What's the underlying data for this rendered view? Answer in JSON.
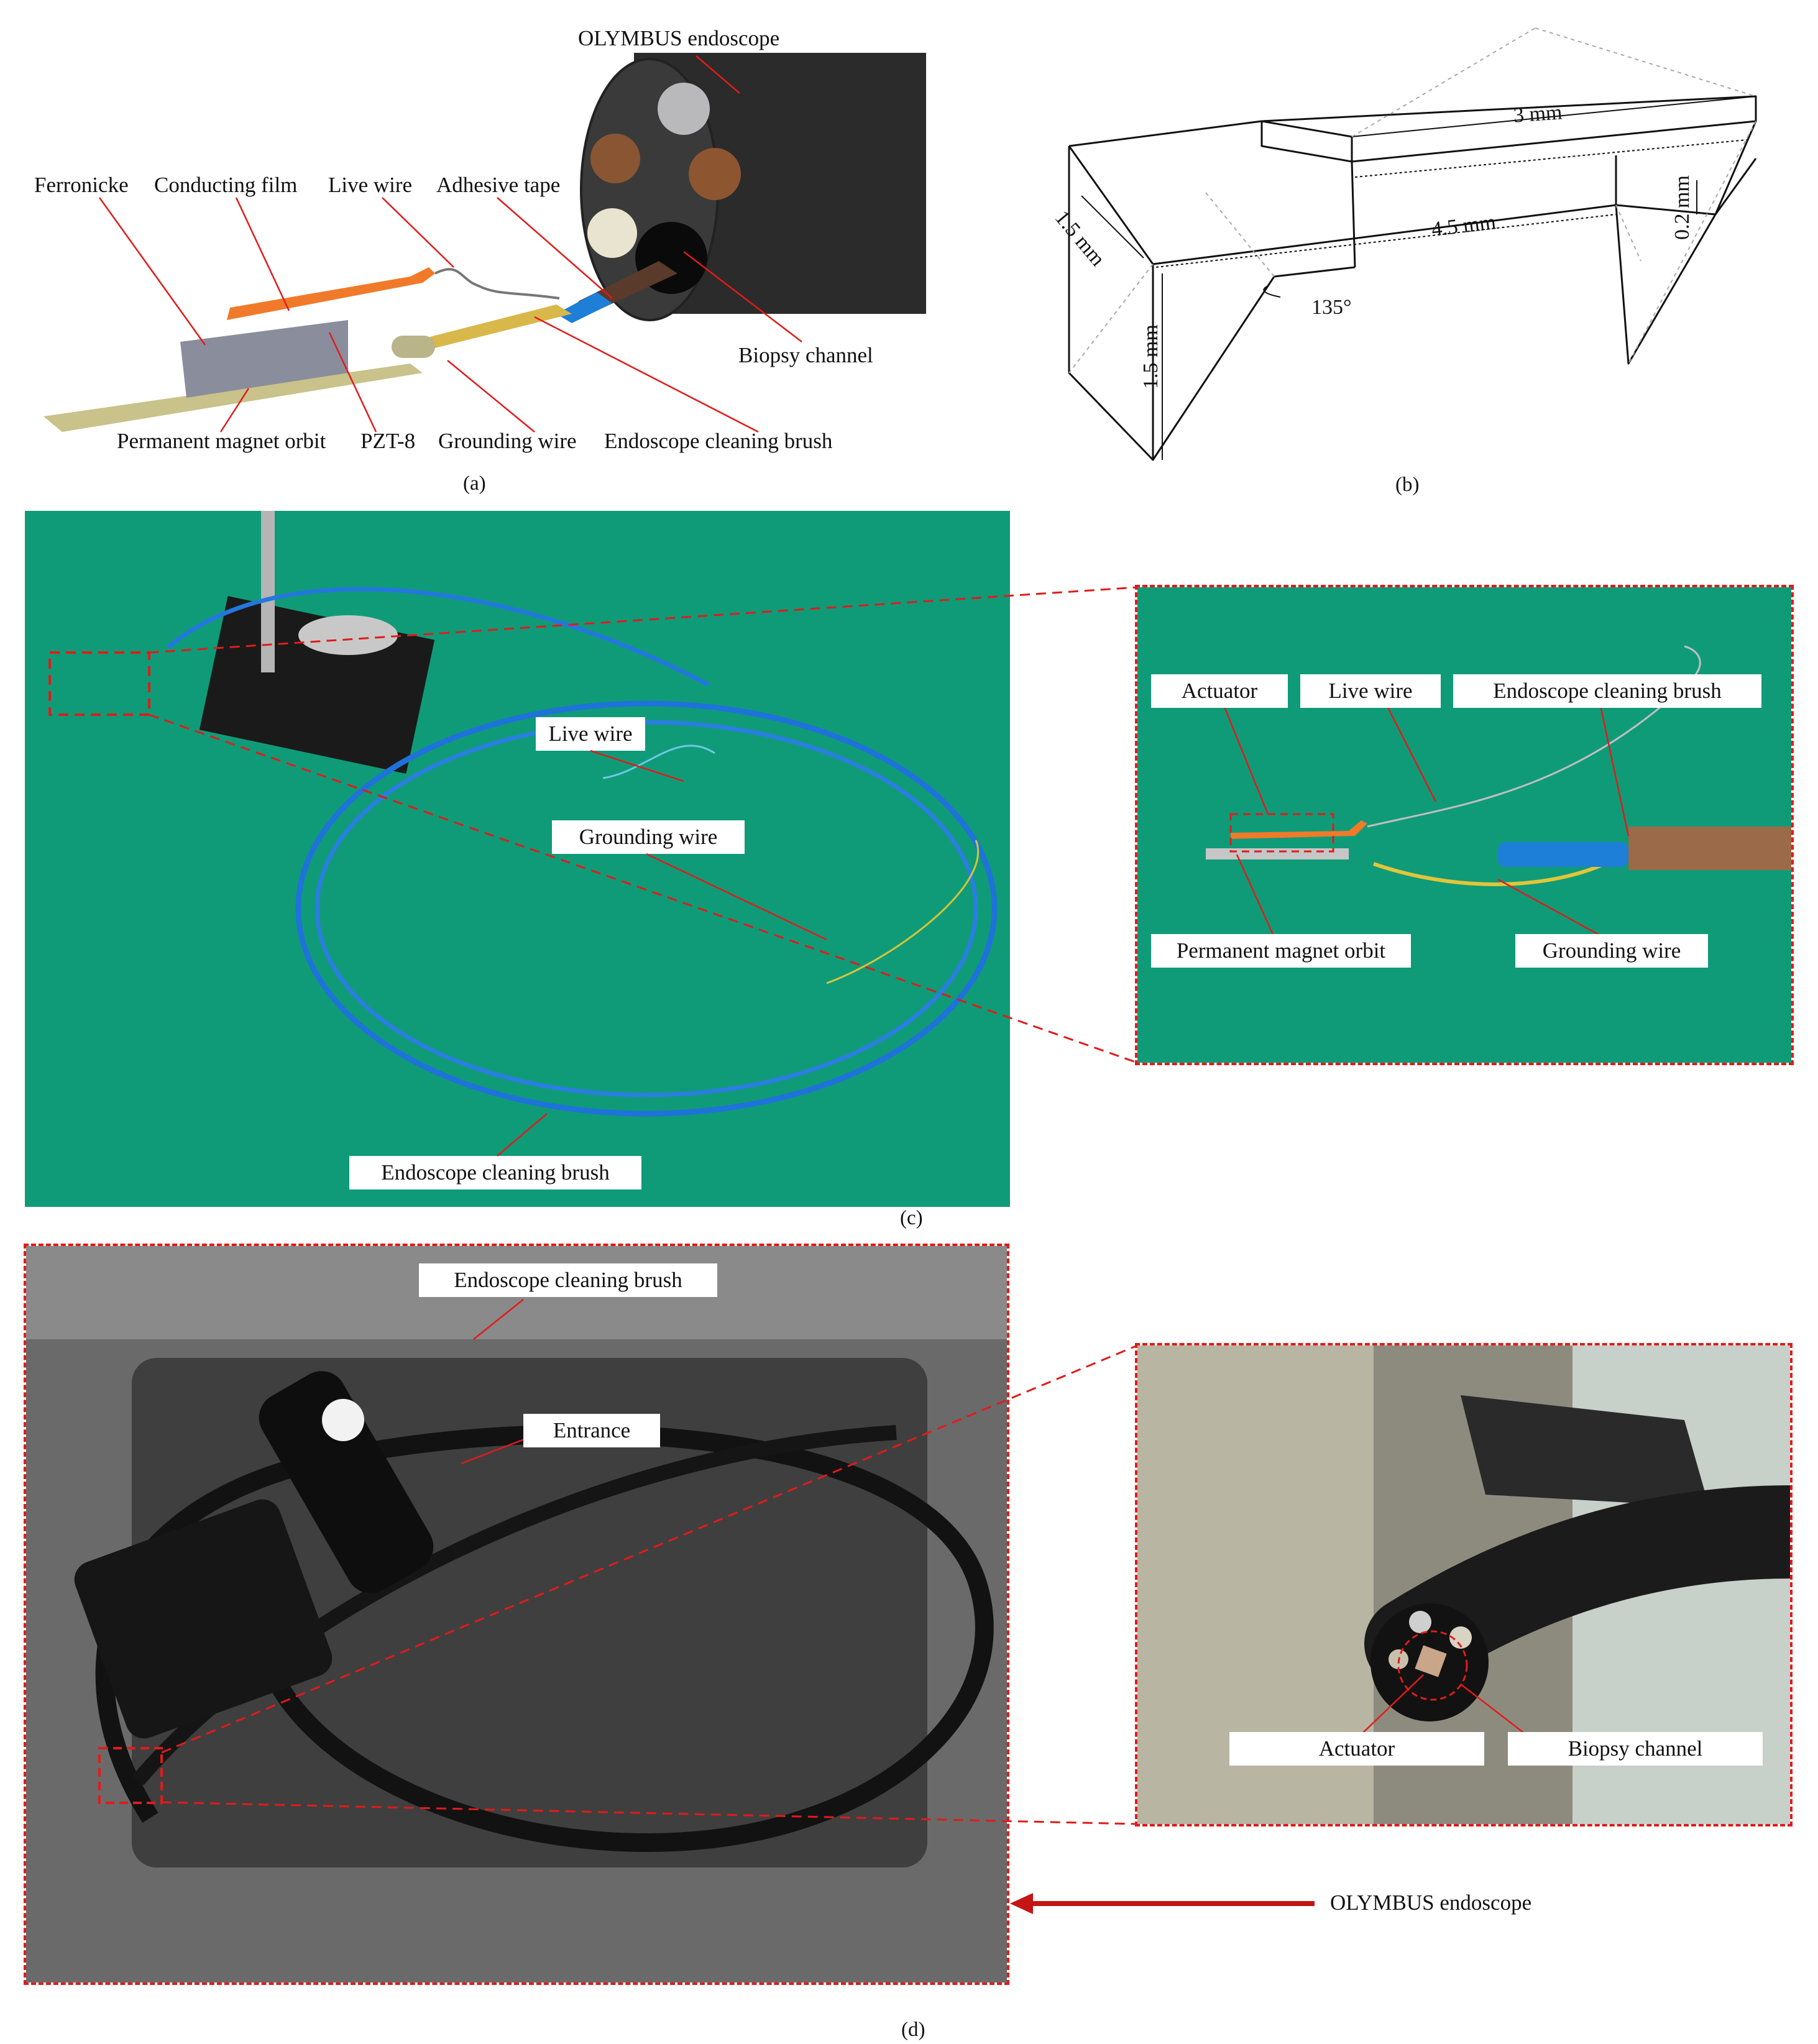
{
  "panel_a": {
    "caption": "(a)",
    "labels": {
      "olympus_endoscope": "OLYMBUS endoscope",
      "ferronicke": "Ferronicke",
      "conducting_film": "Conducting film",
      "live_wire": "Live wire",
      "adhesive_tape": "Adhesive tape",
      "biopsy_channel": "Biopsy channel",
      "permanent_magnet_orbit": "Permanent magnet orbit",
      "pzt8": "PZT-8",
      "grounding_wire": "Grounding wire",
      "cleaning_brush": "Endoscope cleaning brush"
    }
  },
  "panel_b": {
    "caption": "(b)",
    "dimensions": {
      "top_length": "3 mm",
      "base_length": "4.5 mm",
      "thickness": "0.2 mm",
      "width": "1.5 mm",
      "height": "1.5 mm",
      "angle": "135°"
    }
  },
  "panel_c": {
    "caption": "(c)",
    "labels": {
      "live_wire": "Live wire",
      "grounding_wire": "Grounding wire",
      "cleaning_brush": "Endoscope cleaning brush"
    },
    "inset_labels": {
      "actuator": "Actuator",
      "live_wire": "Live wire",
      "cleaning_brush": "Endoscope cleaning brush",
      "permanent_magnet_orbit": "Permanent magnet orbit",
      "grounding_wire": "Grounding wire"
    }
  },
  "panel_d": {
    "caption": "(d)",
    "labels": {
      "cleaning_brush": "Endoscope cleaning brush",
      "entrance": "Entrance",
      "olympus_endoscope": "OLYMBUS endoscope"
    },
    "inset_labels": {
      "actuator": "Actuator",
      "biopsy_channel": "Biopsy channel"
    }
  },
  "colors": {
    "green_mat": "#0f9b78",
    "foam_grey": "#6a6a6a",
    "annotation_red": "#e11b1b",
    "film_orange": "#f07a2a",
    "orbit_tan": "#c9c28a",
    "ferronicke_grey": "#8a8d9c"
  }
}
